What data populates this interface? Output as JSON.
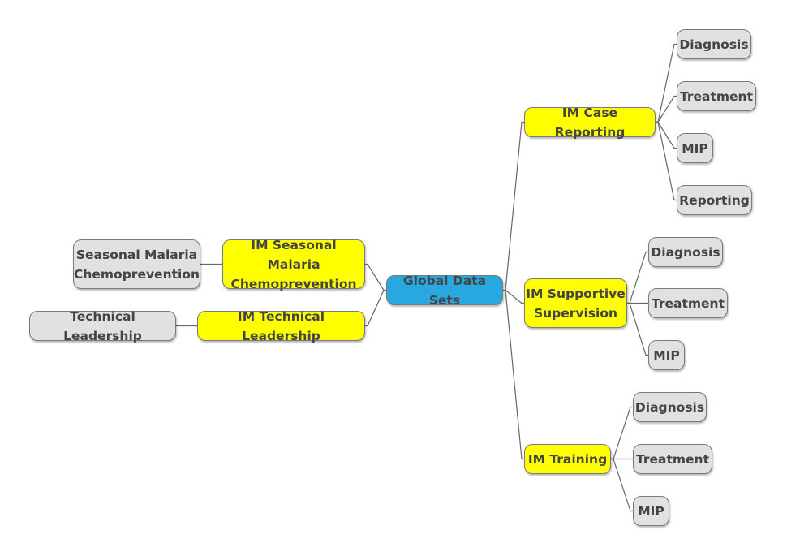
{
  "diagram": {
    "type": "mindmap",
    "colors": {
      "root": "#29a8df",
      "branch": "#ffff00",
      "leaf": "#e1e1e1",
      "border": "#7a7a7a",
      "line": "#666666",
      "text": "#444444"
    },
    "root": {
      "id": "global-data-sets",
      "label": "Global Data Sets"
    },
    "branches": [
      {
        "id": "im-case-reporting",
        "label": "IM Case Reporting",
        "side": "right",
        "children": [
          {
            "id": "case-reporting-diagnosis",
            "label": "Diagnosis"
          },
          {
            "id": "case-reporting-treatment",
            "label": "Treatment"
          },
          {
            "id": "case-reporting-mip",
            "label": "MIP"
          },
          {
            "id": "case-reporting-reporting",
            "label": "Reporting"
          }
        ]
      },
      {
        "id": "im-supportive-supervision",
        "label": "IM Supportive\nSupervision",
        "side": "right",
        "children": [
          {
            "id": "supervision-diagnosis",
            "label": "Diagnosis"
          },
          {
            "id": "supervision-treatment",
            "label": "Treatment"
          },
          {
            "id": "supervision-mip",
            "label": "MIP"
          }
        ]
      },
      {
        "id": "im-training",
        "label": "IM Training",
        "side": "right",
        "children": [
          {
            "id": "training-diagnosis",
            "label": "Diagnosis"
          },
          {
            "id": "training-treatment",
            "label": "Treatment"
          },
          {
            "id": "training-mip",
            "label": "MIP"
          }
        ]
      },
      {
        "id": "im-seasonal-malaria-chemoprevention",
        "label": "IM Seasonal Malaria\nChemoprevention",
        "side": "left",
        "children": [
          {
            "id": "seasonal-malaria-chemoprevention",
            "label": "Seasonal Malaria\nChemoprevention"
          }
        ]
      },
      {
        "id": "im-technical-leadership",
        "label": "IM Technical Leadership",
        "side": "left",
        "children": [
          {
            "id": "technical-leadership",
            "label": "Technical Leadership"
          }
        ]
      }
    ]
  }
}
